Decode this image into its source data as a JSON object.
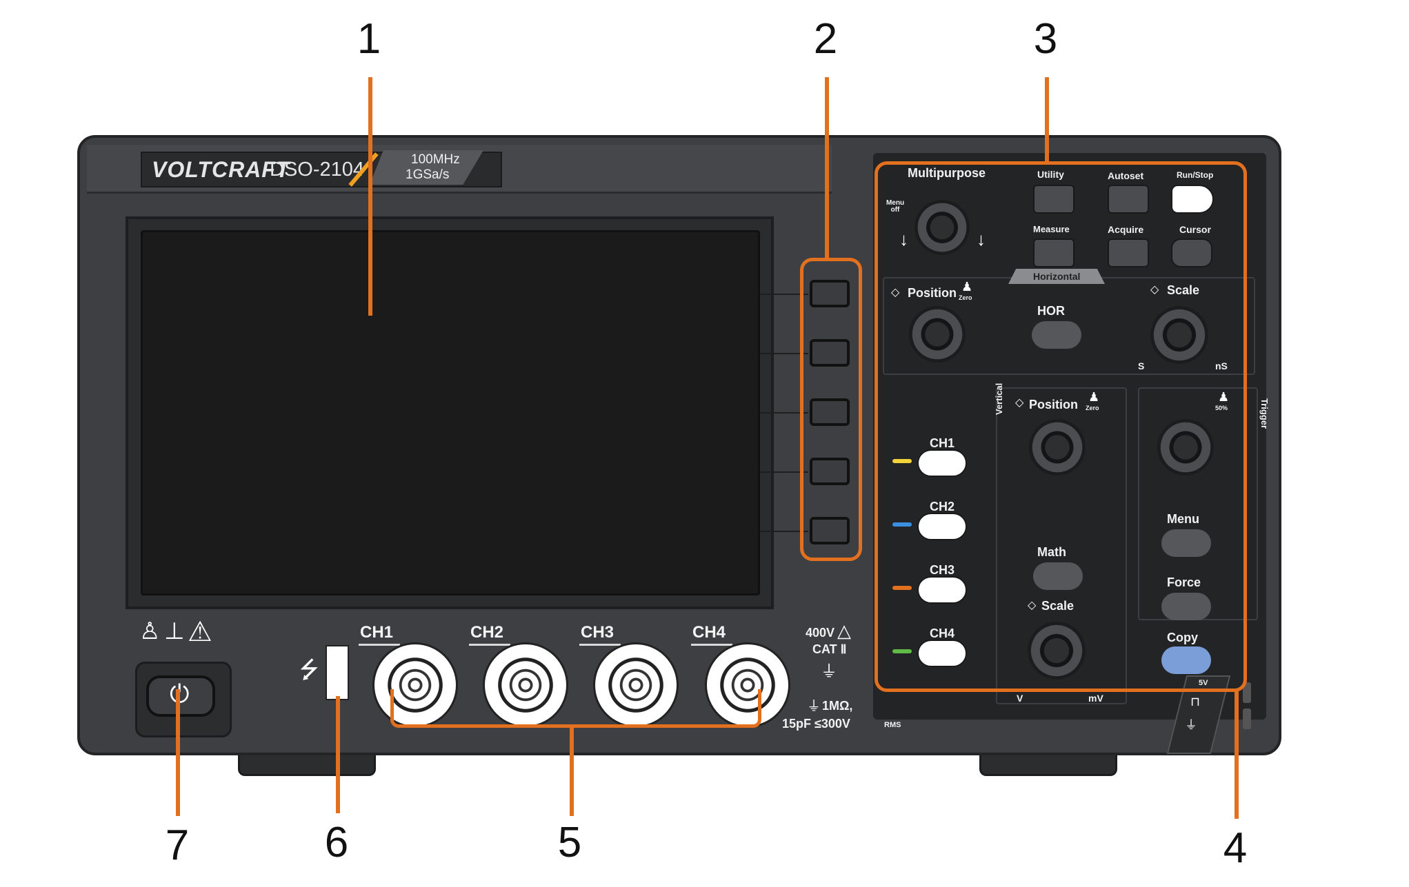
{
  "callouts": [
    "1",
    "2",
    "3",
    "4",
    "5",
    "6",
    "7"
  ],
  "device": {
    "brand": "VOLTCRAFT",
    "model": "DSO-2104",
    "spec_bandwidth": "100MHz",
    "spec_sampling": "1GSa/s"
  },
  "panel": {
    "multipurpose": "Multipurpose",
    "menu_off": "Menu off",
    "utility": "Utility",
    "autoset": "Autoset",
    "run_stop": "Run/Stop",
    "measure": "Measure",
    "acquire": "Acquire",
    "cursor": "Cursor",
    "horizontal": "Horizontal",
    "h_position": "Position",
    "zero": "Zero",
    "hor": "HOR",
    "h_scale": "Scale",
    "s_unit": "S",
    "ns_unit": "nS",
    "vertical": "Vertical",
    "v_position": "Position",
    "ch1": "CH1",
    "ch2": "CH2",
    "ch3": "CH3",
    "ch4": "CH4",
    "math": "Math",
    "v_scale": "Scale",
    "v_unit": "V",
    "mv_unit": "mV",
    "trigger": "Trigger",
    "fifty_pct": "50%",
    "menu": "Menu",
    "force": "Force",
    "copy": "Copy",
    "five_v": "5V"
  },
  "inputs": {
    "ch1": "CH1",
    "ch2": "CH2",
    "ch3": "CH3",
    "ch4": "CH4",
    "rating_voltage": "400V",
    "rating_cat": "CAT Ⅱ",
    "impedance": "1MΩ,",
    "capacitance": "15pF ≤300V",
    "rms": "RMS"
  },
  "colors": {
    "callout": "#e2701f",
    "ch1_led": "#f2d43a",
    "ch2_led": "#3b8fe0",
    "ch3_led": "#e2701f",
    "ch4_led": "#5dbb46",
    "copy_button": "#7b9ed8"
  },
  "icons": [
    "power-icon",
    "usb-icon",
    "warning-icon",
    "ground-icon",
    "probe-icon"
  ]
}
